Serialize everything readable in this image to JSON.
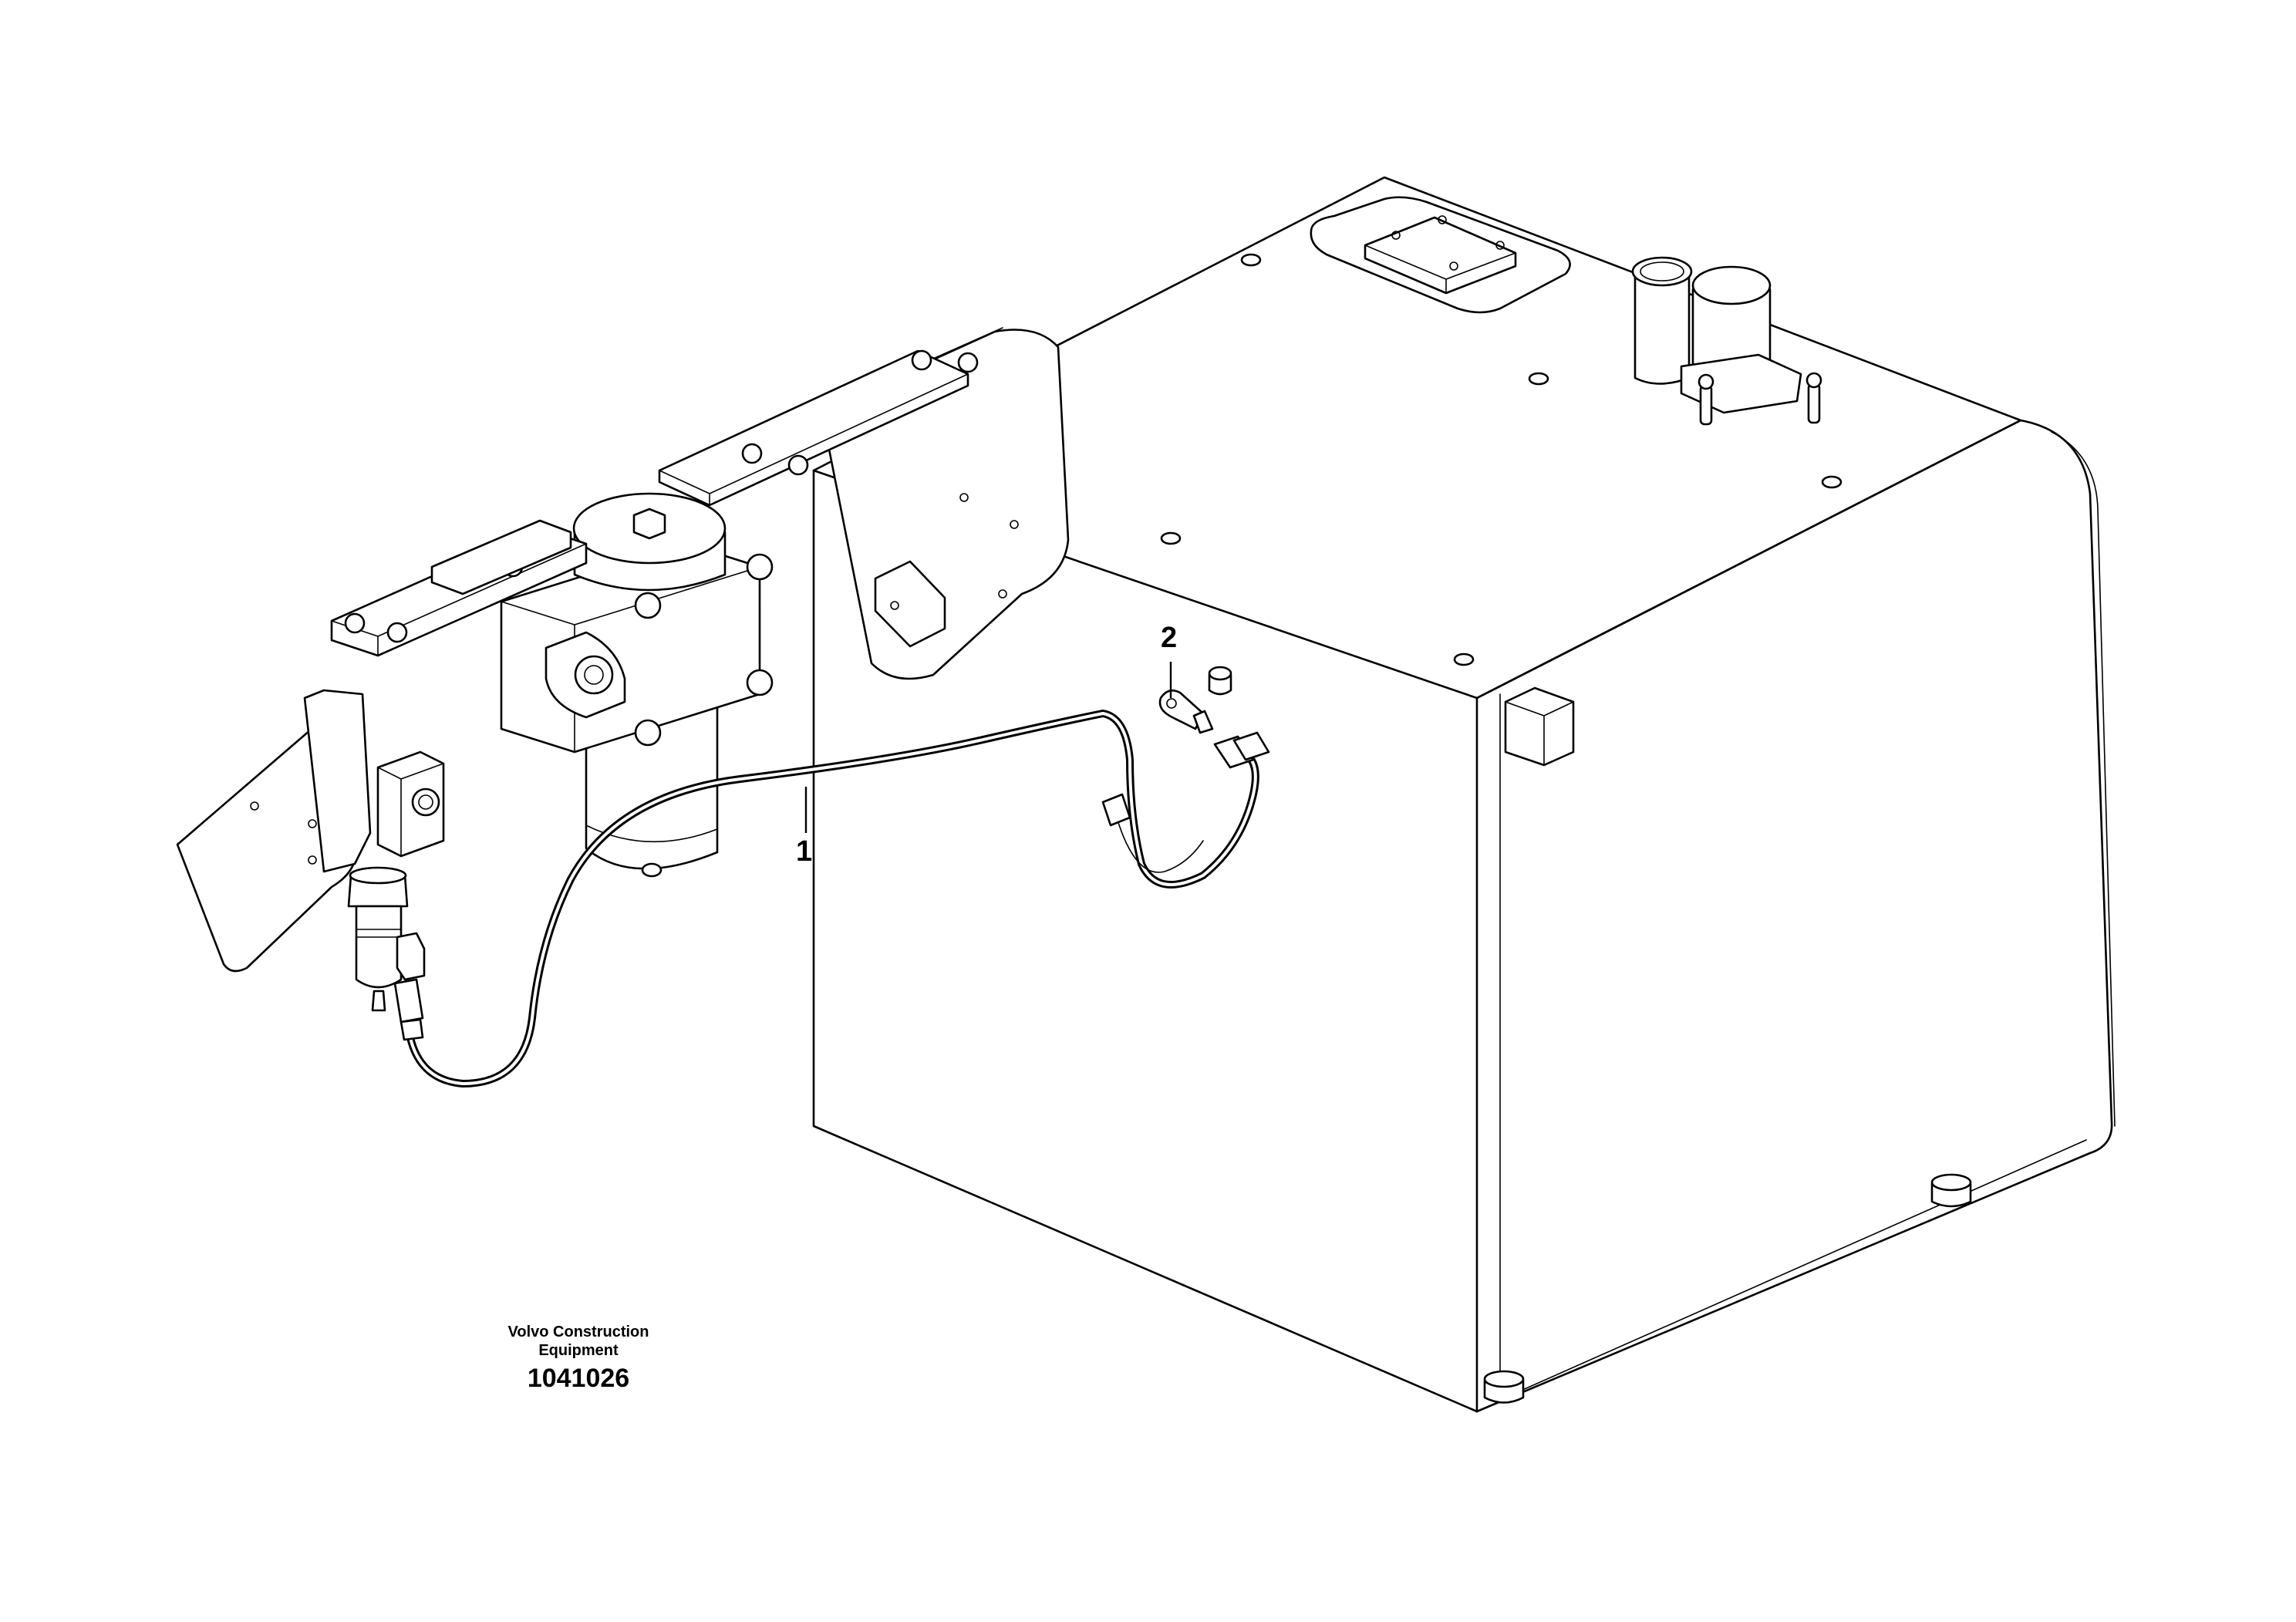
{
  "callouts": [
    {
      "id": "1",
      "label": "1"
    },
    {
      "id": "2",
      "label": "2"
    }
  ],
  "credit": {
    "line1": "Volvo Construction",
    "line2": "Equipment",
    "figure_number": "1041026"
  },
  "colors": {
    "line": "#000000",
    "background": "#ffffff"
  }
}
